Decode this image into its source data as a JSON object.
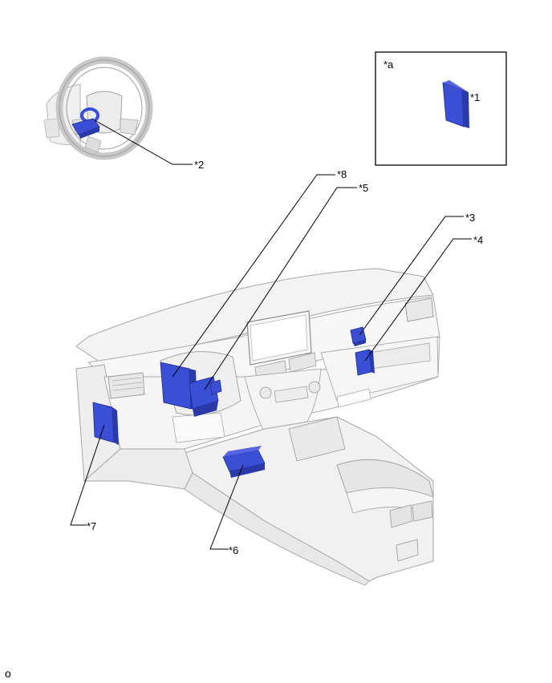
{
  "diagram": {
    "callouts": [
      {
        "id": "a",
        "label": "*a"
      },
      {
        "id": "1",
        "label": "*1"
      },
      {
        "id": "2",
        "label": "*2"
      },
      {
        "id": "3",
        "label": "*3"
      },
      {
        "id": "4",
        "label": "*4"
      },
      {
        "id": "5",
        "label": "*5"
      },
      {
        "id": "6",
        "label": "*6"
      },
      {
        "id": "7",
        "label": "*7"
      },
      {
        "id": "8",
        "label": "*8"
      }
    ],
    "footer_code": "o"
  },
  "colors": {
    "highlight_part": "#3a4fd6",
    "dashboard_fill": "#f2f2f2",
    "outline": "#9a9a9a"
  }
}
